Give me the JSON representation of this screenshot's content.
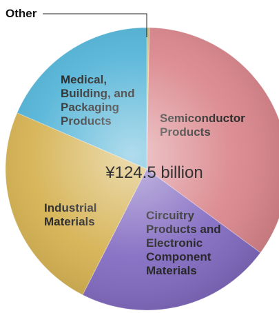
{
  "chart_data": {
    "type": "pie",
    "center_label": "¥124.5 billion",
    "slices": [
      {
        "label": [
          "Other"
        ],
        "share": 0.003,
        "color": "#c9c27a"
      },
      {
        "label": [
          "Semiconductor",
          "Products"
        ],
        "share": 0.348,
        "color": "#d9848a"
      },
      {
        "label": [
          "Circuitry",
          "Products and",
          "Electronic",
          "Component",
          "Materials"
        ],
        "share": 0.224,
        "color": "#8068c0"
      },
      {
        "label": [
          "Industrial",
          "Materials"
        ],
        "share": 0.24,
        "color": "#d4b04e"
      },
      {
        "label": [
          "Medical,",
          "Building, and",
          "Packaging",
          "Products"
        ],
        "share": 0.185,
        "color": "#4fb2d6"
      }
    ],
    "callout": "Other"
  }
}
